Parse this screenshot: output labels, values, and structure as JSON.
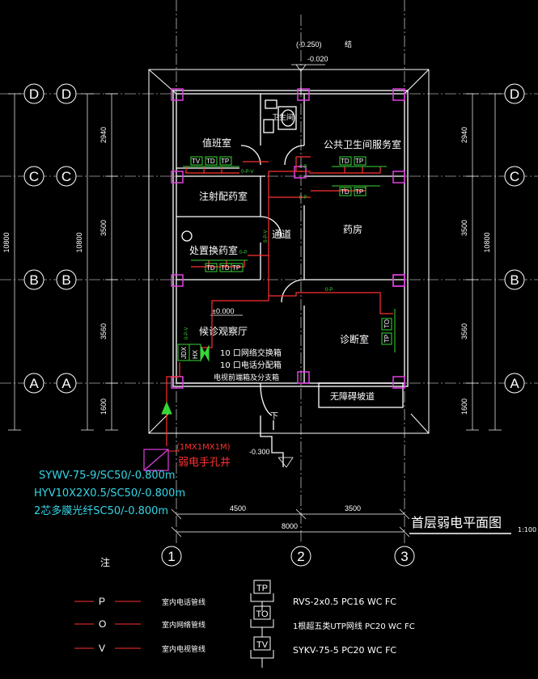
{
  "axes": {
    "horizontal": [
      "D",
      "C",
      "B",
      "A"
    ],
    "vertical": [
      "1",
      "2",
      "3"
    ]
  },
  "dims": {
    "left_outer": "10800",
    "left_inner": "10800",
    "right_outer": "10800",
    "segments": [
      "2940",
      "3500",
      "3560",
      "1600"
    ],
    "bottom": [
      "4500",
      "3500"
    ],
    "bottom_total": "8000"
  },
  "levels": {
    "top_a": "(-0.250)",
    "top_b": "-0.020",
    "top_c": "结",
    "floor": "±0.000",
    "outside": "-0.300",
    "down": "下"
  },
  "rooms": {
    "duty": "值班室",
    "wc": "卫生间",
    "public_wc": "公共卫生间服务室",
    "injection": "注射配药室",
    "corridor": "通道",
    "pharmacy": "药房",
    "disposal": "处置换药室",
    "waiting": "候诊观察厅",
    "diagnosis": "诊断室",
    "ramp": "无障碍坡道"
  },
  "panel": {
    "label_tp": "TP",
    "label_to": "TO",
    "label_tv": "TV",
    "cab_a": "JDX",
    "cab_b": "HX",
    "line1": "10  口网络交换箱",
    "line2": "10  口电话分配箱",
    "line3": "电视前端箱及分支箱"
  },
  "tags": {
    "op_v": "0-P-V",
    "o_p": "0-P"
  },
  "handhole": {
    "size": "(1MX1MX1M)",
    "label": "弱电手孔井"
  },
  "incoming": [
    "SYWV-75-9/SC50/-0.800m",
    "HYV10X2X0.5/SC50/-0.800m",
    "2芯多膜光纤SC50/-0.800m"
  ],
  "title": {
    "main": "首层弱电平面图",
    "scale": "1:100"
  },
  "legend": {
    "heading": "注",
    "lines": [
      {
        "sym": "P",
        "desc": "室内电话管线"
      },
      {
        "sym": "O",
        "desc": "室内网络管线"
      },
      {
        "sym": "V",
        "desc": "室内电视管线"
      }
    ],
    "outlets": [
      {
        "sym": "TP",
        "desc": "RVS-2x0.5 PC16 WC FC"
      },
      {
        "sym": "TO",
        "desc": "1根超五类UTP网线 PC20 WC FC"
      },
      {
        "sym": "TV",
        "desc": "SYKV-75-5 PC20 WC FC"
      }
    ]
  },
  "colors": {
    "wall": "#ffffff",
    "grid": "#ffffff",
    "column": "#e040e0",
    "wire": "#ff3030",
    "outlet": "#37d637",
    "text": "#ffffff",
    "annotation": "#35d6e6"
  }
}
